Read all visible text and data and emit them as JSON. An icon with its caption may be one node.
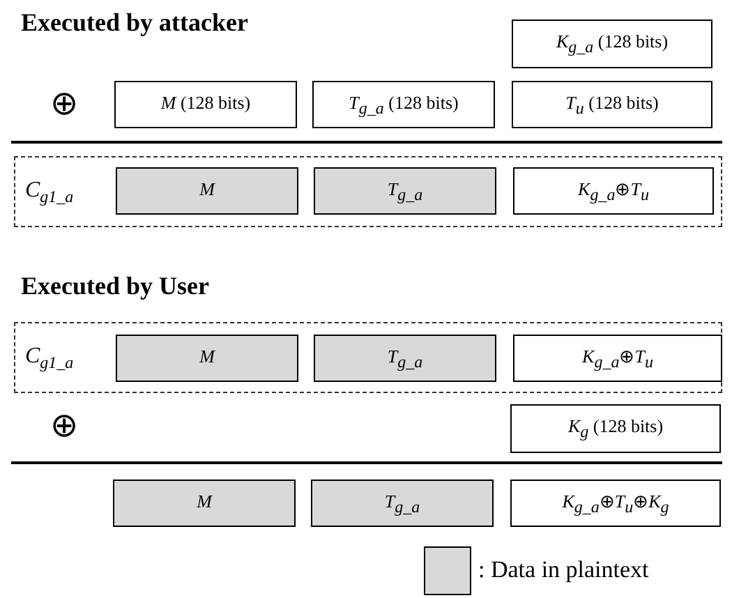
{
  "diagram": {
    "nodes": [
      {
        "text": [
          "*K*$_{g_a}$ (128 bits)"
        ]
      },
      {
        "text": [
          "*M* (128 bits)"
        ]
      },
      {
        "text": [
          "*T*$_{g_a}$ (128 bits)"
        ]
      },
      {
        "text": [
          "*T*$_{u}$ (128 bits)"
        ]
      },
      {
        "text": [
          "*C*$_{g1_a}$"
        ]
      },
      {
        "text": [
          "*M*"
        ],
        "in": 4
      },
      {
        "text": [
          "*T*$_{g_a}$"
        ],
        "in": 4
      },
      {
        "text": [
          "*K*$_{g_a}$⊕*T*$_{u}$"
        ],
        "in": 4
      },
      {
        "text": [
          "*C*$_{g1_a}$"
        ]
      },
      {
        "text": [
          "*M*"
        ],
        "in": 8
      },
      {
        "text": [
          "*T*$_{g_a}$"
        ],
        "in": 8
      },
      {
        "text": [
          "*K*$_{g_a}$⊕*T*$_{u}$"
        ],
        "in": 8
      },
      {
        "text": [
          "*K*$_{g}$ (128 bits)"
        ]
      },
      {
        "text": [
          "*M*"
        ]
      },
      {
        "text": [
          "*T*$_{g_a}$"
        ]
      },
      {
        "text": [
          "*K*$_{g_a}$⊕*T*$_{u}$⊕*K*$_{g}$"
        ]
      }
    ],
    "labels": [
      "Executed by attacker",
      "⊕",
      "Executed by User",
      "⊕"
    ],
    "legend": [
      {
        "text": ": Data in plaintext",
        "color": "#d9d9d9"
      }
    ]
  }
}
